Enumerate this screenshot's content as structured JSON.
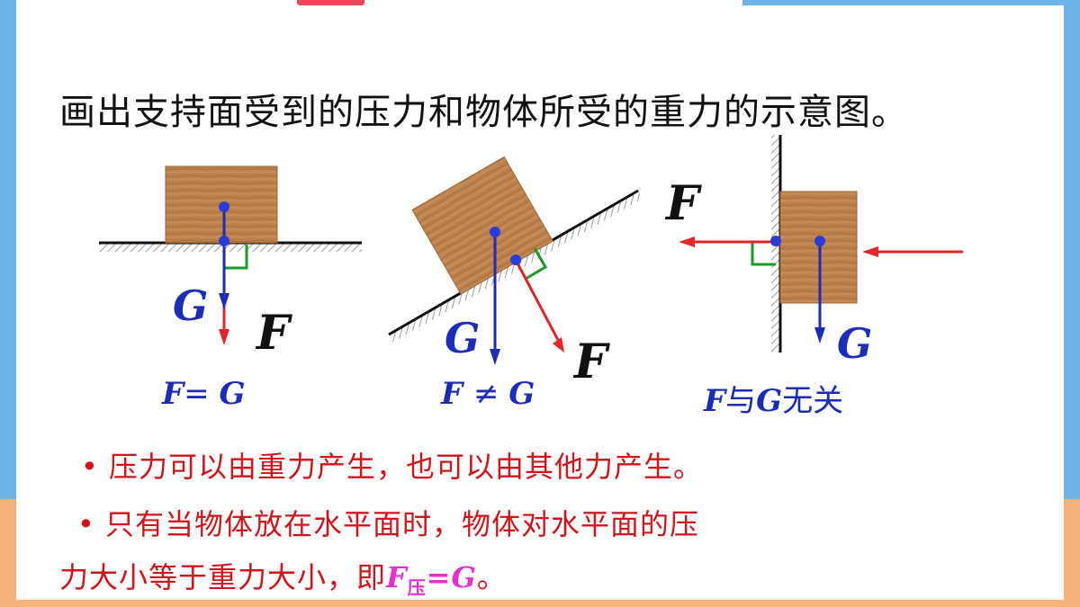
{
  "title": "画出支持面受到的压力和物体所受的重力的示意图。",
  "labels": {
    "F": "F",
    "G": "G"
  },
  "relations": {
    "horizontal": {
      "F": "F",
      "op": "= ",
      "G": "G"
    },
    "incline": {
      "F": "F ",
      "op": "≠ ",
      "G": "G"
    },
    "wall": {
      "F": "F",
      "mid": "与",
      "G": "G",
      "tail": "无关"
    }
  },
  "bullets": [
    "• 压力可以由重力产生，也可以由其他力产生。",
    "• 只有当物体放在水平面时，物体对水平面的压",
    "力大小等于重力大小，即"
  ],
  "formula": {
    "F": "F",
    "sub": "压",
    "eq": "=G",
    "end": "。"
  },
  "colors": {
    "gravity": "#1a2cb8",
    "pressure": "#e1262a",
    "right_angle": "#1a9a2a",
    "text_red": "#d2141a",
    "formula": "#e82ecf",
    "wood": "#c48a55"
  }
}
